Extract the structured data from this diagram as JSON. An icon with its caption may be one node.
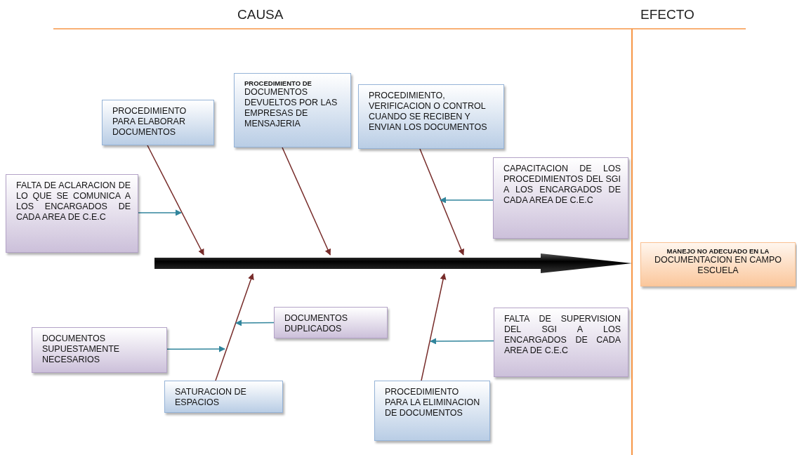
{
  "diagram": {
    "nodes": [
      {
        "text": [
          "PROCEDIMIENTO PARA ELABORAR DOCUMENTOS"
        ]
      },
      {
        "text": [
          "PROCEDIMIENTO DE",
          "DOCUMENTOS DEVUELTOS POR LAS EMPRESAS DE MENSAJERIA"
        ]
      },
      {
        "text": [
          "PROCEDIMIENTO, VERIFICACION O CONTROL CUANDO SE RECIBEN Y ENVIAN LOS DOCUMENTOS"
        ]
      },
      {
        "text": [
          "FALTA DE ACLARACION DE LO QUE SE COMUNICA A LOS ENCARGADOS DE CADA AREA DE C.E.C"
        ]
      },
      {
        "text": [
          "CAPACITACION DE LOS PROCEDIMIENTOS DEL SGI A LOS ENCARGADOS DE CADA AREA DE C.E.C"
        ]
      },
      {
        "text": [],
        "shape": "arrow"
      },
      {
        "text": [
          "MANEJO NO ADECUADO EN LA",
          "DOCUMENTACION EN CAMPO ESCUELA"
        ]
      },
      {
        "text": [
          "DOCUMENTOS DUPLICADOS"
        ]
      },
      {
        "text": [
          "DOCUMENTOS SUPUESTAMENTE NECESARIOS"
        ]
      },
      {
        "text": [
          "FALTA DE SUPERVISION DEL SGI A LOS ENCARGADOS DE CADA AREA DE C.E.C"
        ]
      },
      {
        "text": [
          "SATURACION DE ESPACIOS"
        ]
      },
      {
        "text": [
          "PROCEDIMIENTO PARA LA ELIMINACION DE DOCUMENTOS"
        ]
      }
    ],
    "edges": [
      {
        "from": 0,
        "to": 5,
        "arrow": "to"
      },
      {
        "from": 1,
        "to": 5,
        "arrow": "to"
      },
      {
        "from": 2,
        "to": 5,
        "arrow": "to"
      },
      {
        "from": 10,
        "to": 5,
        "arrow": "to"
      },
      {
        "from": 11,
        "to": 5,
        "arrow": "to"
      },
      {
        "from": 3,
        "to": null,
        "arrow": "to",
        "color": "#31859c"
      },
      {
        "from": 4,
        "to": null,
        "arrow": "to",
        "color": "#31859c"
      },
      {
        "from": 7,
        "to": null,
        "arrow": "to",
        "color": "#31859c"
      },
      {
        "from": 8,
        "to": null,
        "arrow": "to",
        "color": "#31859c"
      },
      {
        "from": 9,
        "to": null,
        "arrow": "to",
        "color": "#31859c"
      }
    ],
    "labels": [
      "CAUSA",
      "EFECTO"
    ]
  }
}
